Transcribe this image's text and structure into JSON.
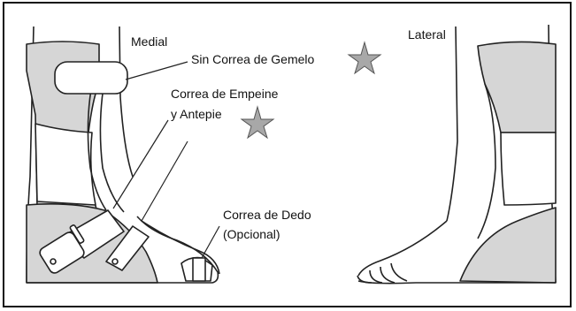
{
  "labels": {
    "medial": "Medial",
    "sin_correa": "Sin Correa de Gemelo",
    "correa_empeine_1": "Correa de Empeine",
    "correa_empeine_2": "y Antepie",
    "correa_dedo_1": "Correa de Dedo",
    "correa_dedo_2": "(Opcional)",
    "lateral": "Lateral"
  },
  "colors": {
    "line": "#222222",
    "gray_fill": "#d6d6d6",
    "star": "#a8a8a8"
  },
  "icons": [
    "star-icon",
    "star-icon"
  ]
}
